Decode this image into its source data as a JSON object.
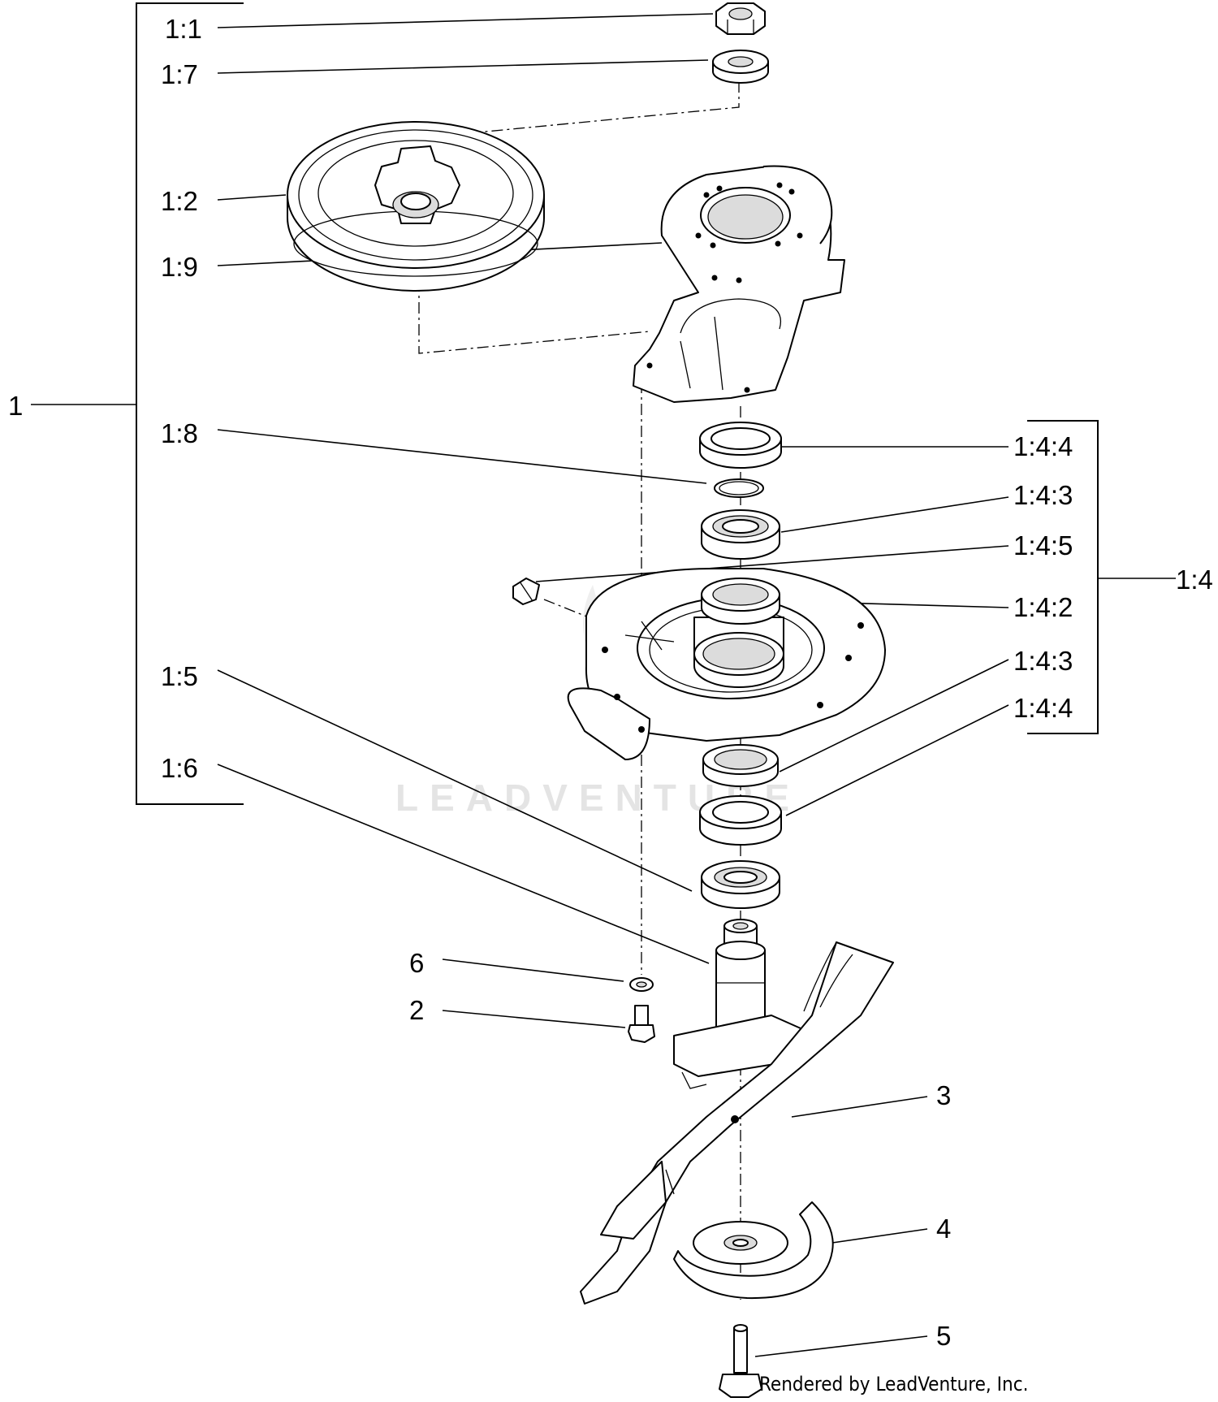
{
  "callouts": {
    "c1": "1",
    "c1_1": "1:1",
    "c1_7": "1:7",
    "c1_2": "1:2",
    "c1_9": "1:9",
    "c1_8": "1:8",
    "c1_5": "1:5",
    "c1_6": "1:6",
    "c1_4": "1:4",
    "c1_4_4a": "1:4:4",
    "c1_4_3a": "1:4:3",
    "c1_4_5": "1:4:5",
    "c1_4_2": "1:4:2",
    "c1_4_3b": "1:4:3",
    "c1_4_4b": "1:4:4",
    "c6": "6",
    "c2": "2",
    "c3": "3",
    "c4": "4",
    "c5": "5"
  },
  "watermark": "LEADVENTURE",
  "credit": "Rendered by LeadVenture, Inc."
}
